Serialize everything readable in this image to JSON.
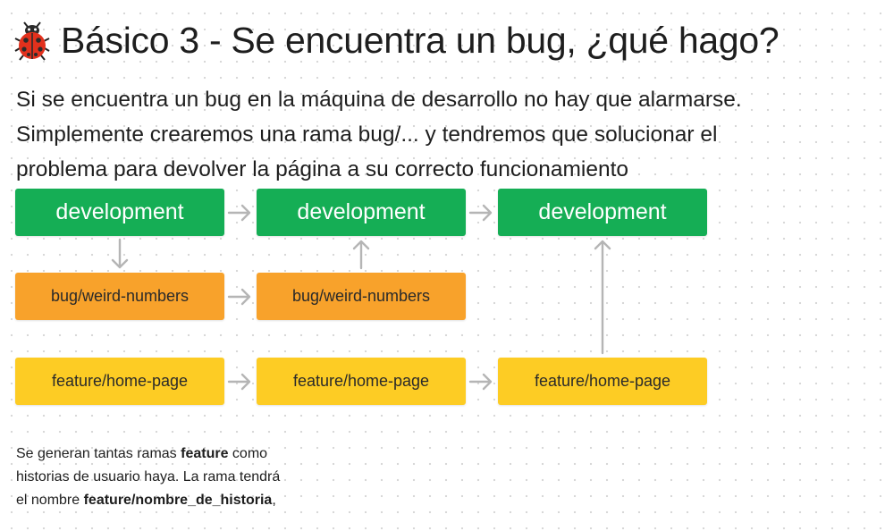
{
  "title": {
    "icon": "ladybug-icon",
    "text": "Básico 3 - Se encuentra un bug, ¿qué hago?"
  },
  "intro_lines": [
    "Si se encuentra un bug en la máquina de desarrollo no hay que alarmarse.",
    "Simplemente crearemos una rama bug/... y tendremos que solucionar el",
    "problema para devolver la página a su correcto funcionamiento"
  ],
  "diagram": {
    "development": [
      "development",
      "development",
      "development"
    ],
    "bug": [
      "bug/weird-numbers",
      "bug/weird-numbers"
    ],
    "feature": [
      "feature/home-page",
      "feature/home-page",
      "feature/home-page"
    ],
    "colors": {
      "development": "#15ae55",
      "bug": "#f8a22b",
      "feature": "#fdcc24",
      "arrow": "#b5b5b5"
    }
  },
  "note": {
    "line1_text": "Se generan tantas ramas ",
    "line1_bold": "feature",
    "line1_end": " como",
    "line2": "historias de usuario haya. La rama tendrá",
    "line3_text": "el nombre ",
    "line3_bold": "feature/nombre_de_historia",
    "line3_end": ","
  }
}
